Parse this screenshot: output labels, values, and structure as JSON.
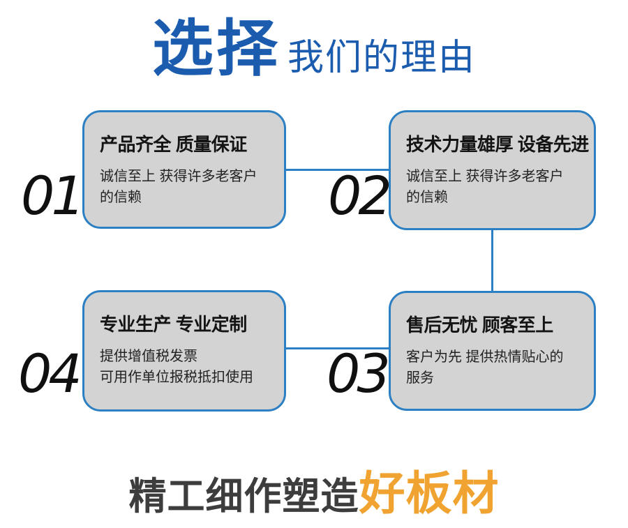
{
  "header": {
    "accent": "选择",
    "rest": "我们的理由"
  },
  "reasons": [
    {
      "number": "01",
      "title": "产品齐全 质量保证",
      "desc": "诚信至上 获得许多老客户\n的信赖"
    },
    {
      "number": "02",
      "title": "技术力量雄厚 设备先进",
      "desc": "诚信至上 获得许多老客户\n的信赖"
    },
    {
      "number": "03",
      "title": "售后无忧 顾客至上",
      "desc": "客户为先 提供热情贴心的\n服务"
    },
    {
      "number": "04",
      "title": "专业生产 专业定制",
      "desc": "提供增值税发票\n可用作单位报税抵扣使用"
    }
  ],
  "footer": {
    "dark": "精工细作塑造",
    "accent": "好板材"
  },
  "colors": {
    "accent_blue": "#1c5caf",
    "line_blue": "#2b7fc2",
    "box_fill": "#d3d3d3",
    "box_border": "#2b7fc2",
    "accent_orange": "#f0a330",
    "text_dark": "#3d3d3d"
  }
}
